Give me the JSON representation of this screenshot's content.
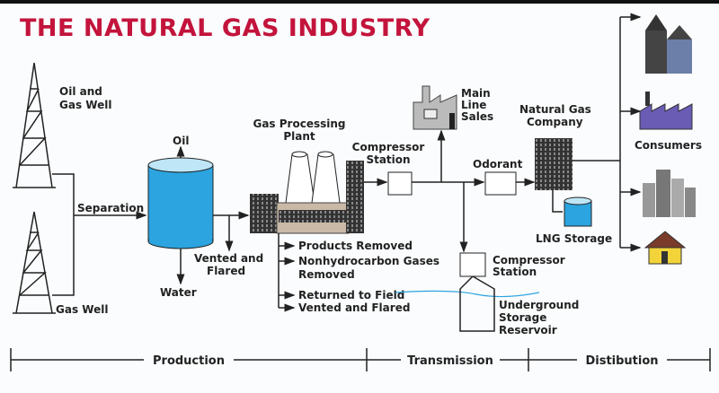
{
  "title": "THE NATURAL GAS INDUSTRY",
  "labels": {
    "oil_gas_well": [
      "Oil and",
      "Gas Well"
    ],
    "gas_well": "Gas Well",
    "separation": "Separation",
    "oil": "Oil",
    "water": "Water",
    "vented_flared_1": [
      "Vented and",
      "Flared"
    ],
    "gas_processing_plant": [
      "Gas Processing",
      "Plant"
    ],
    "plant_outputs": [
      "Products Removed",
      "Nonhydrocarbon Gases",
      "Removed",
      "Returned to Field",
      "Vented and Flared"
    ],
    "compressor_station_1": [
      "Compressor",
      "Station"
    ],
    "main_line_sales": [
      "Main",
      "Line",
      "Sales"
    ],
    "odorant": "Odorant",
    "natural_gas_company": [
      "Natural Gas",
      "Company"
    ],
    "lng_storage": "LNG Storage",
    "compressor_station_2": [
      "Compressor",
      "Station"
    ],
    "underground_storage": [
      "Underground",
      "Storage",
      "Reservoir"
    ],
    "consumers": "Consumers"
  },
  "phases": [
    "Production",
    "Transmission",
    "Distibution"
  ],
  "colors": {
    "title": "#c3143c",
    "tank": "#2ba4df",
    "consumer_purple": "#6a5bb5",
    "house_yellow": "#f2d43a"
  }
}
